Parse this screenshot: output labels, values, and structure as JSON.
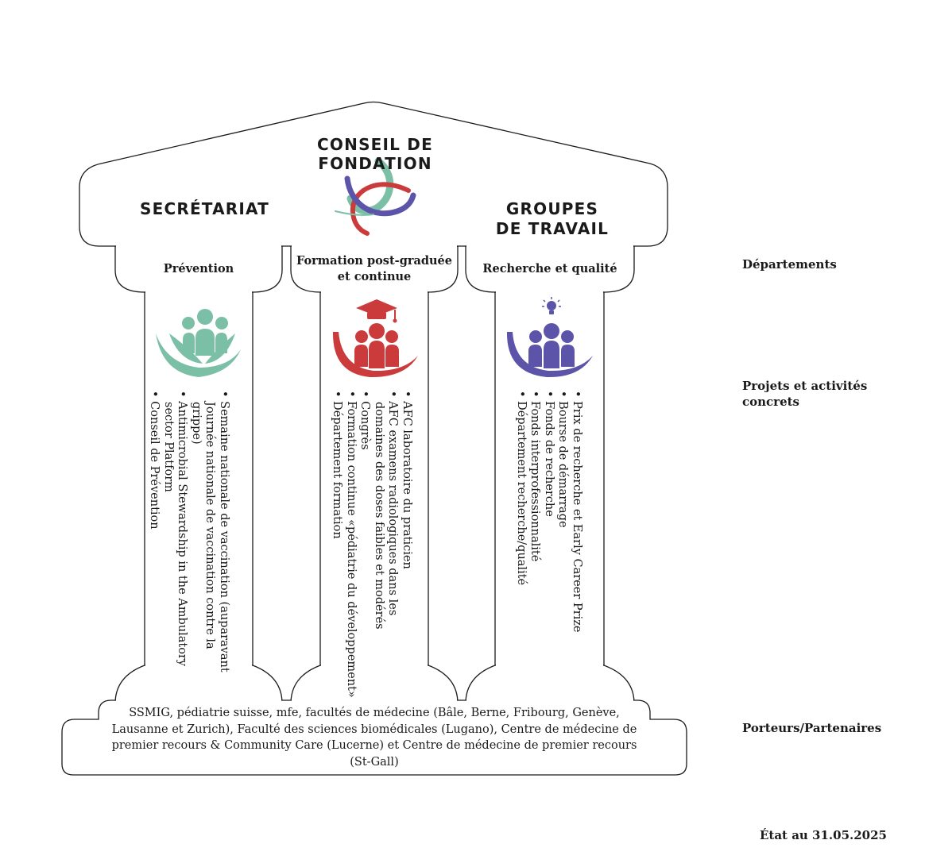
{
  "header": {
    "title": "CONSEIL DE FONDATION",
    "left": "SECRÉTARIAT",
    "right_line1": "GROUPES",
    "right_line2": "DE TRAVAIL"
  },
  "departments": [
    {
      "name": "Prévention",
      "icon": "family-care-icon",
      "color": "#7bbfa7",
      "items": [
        "Semaine nationale de vaccination (auparavant Journée nationale de vaccination contre la grippe)",
        "Antimicrobial Stewardship in the Ambulatory sector Platform",
        "Conseil de Prévention"
      ]
    },
    {
      "name": "Formation post-graduée et continue",
      "icon": "graduation-group-icon",
      "color": "#cc3b3b",
      "items": [
        "AFC laboratoire du praticien",
        "AFC examens radiologiques dans les domaines des doses faibles et modérés",
        "Congrès",
        "Formation continue «pédiatrie du développement»",
        "Département formation"
      ]
    },
    {
      "name": "Recherche et qualité",
      "icon": "research-group-icon",
      "color": "#5c54a8",
      "items": [
        "Prix de recherche et Early Career Prize",
        "Bourse de démarrage",
        "Fonds de recherche",
        "Fonds interprofessionnalité",
        "Département recherche/qualité"
      ]
    }
  ],
  "side_labels": {
    "departments": "Départements",
    "projects": "Projets et activités concrets",
    "partners": "Porteurs/Partenaires"
  },
  "partners_text": "SSMIG, pédiatrie suisse, mfe, facultés de médecine (Bâle, Berne, Fribourg, Genève, Lausanne et Zurich), Faculté des sciences biomédicales (Lugano), Centre de médecine de premier recours & Community Care (Lucerne) et Centre de médecine de premier recours (St-Gall)",
  "date": "État au 31.05.2025",
  "colors": {
    "outline": "#1a1a1a",
    "green": "#7bbfa7",
    "red": "#cc3b3b",
    "purple": "#5c54a8"
  }
}
